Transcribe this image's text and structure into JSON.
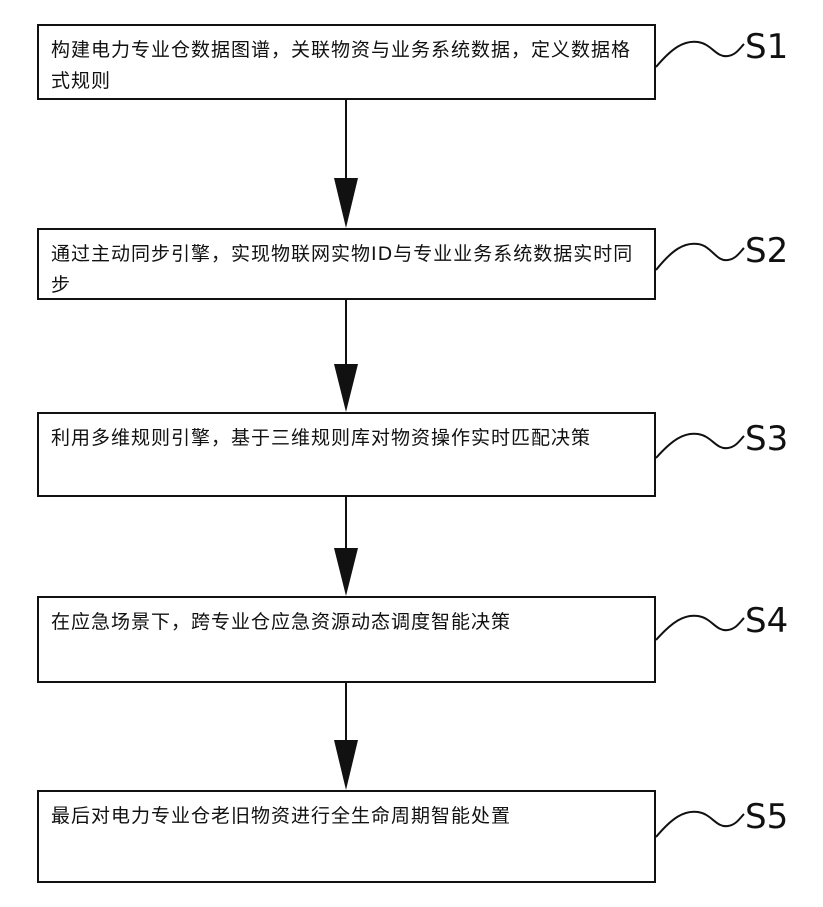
{
  "steps": [
    {
      "label": "S1",
      "text": "构建电力专业仓数据图谱，关联物资与业务系统数据，定义数据格式规则"
    },
    {
      "label": "S2",
      "text": "通过主动同步引擎，实现物联网实物ID与专业业务系统数据实时同步"
    },
    {
      "label": "S3",
      "text": "利用多维规则引擎，基于三维规则库对物资操作实时匹配决策"
    },
    {
      "label": "S4",
      "text": "在应急场景下，跨专业仓应急资源动态调度智能决策"
    },
    {
      "label": "S5",
      "text": "最后对电力专业仓老旧物资进行全生命周期智能处置"
    }
  ]
}
